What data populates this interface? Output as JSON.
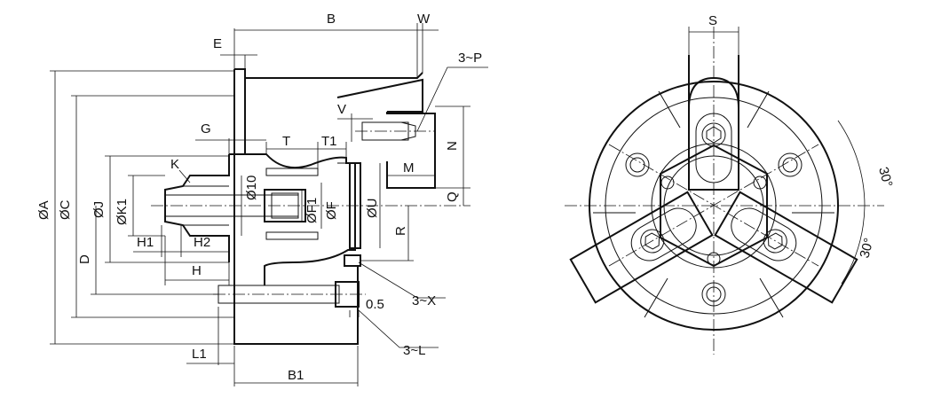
{
  "labels": {
    "B": "B",
    "W": "W",
    "E": "E",
    "P": "3~P",
    "V": "V",
    "G": "G",
    "T": "T",
    "T1": "T1",
    "N": "N",
    "M": "M",
    "K": "K",
    "d10": "Ø10",
    "Q": "Q",
    "A": "ØA",
    "C": "ØC",
    "J": "ØJ",
    "K1": "ØK1",
    "F1": "ØF1",
    "F": "ØF",
    "U": "ØU",
    "R": "R",
    "H1": "H1",
    "H2": "H2",
    "D": "D",
    "H": "H",
    "X": "3~X",
    "half": "0.5",
    "L": "3~L",
    "L1": "L1",
    "B1": "B1",
    "S": "S",
    "a1": "30°",
    "a2": "30°"
  }
}
